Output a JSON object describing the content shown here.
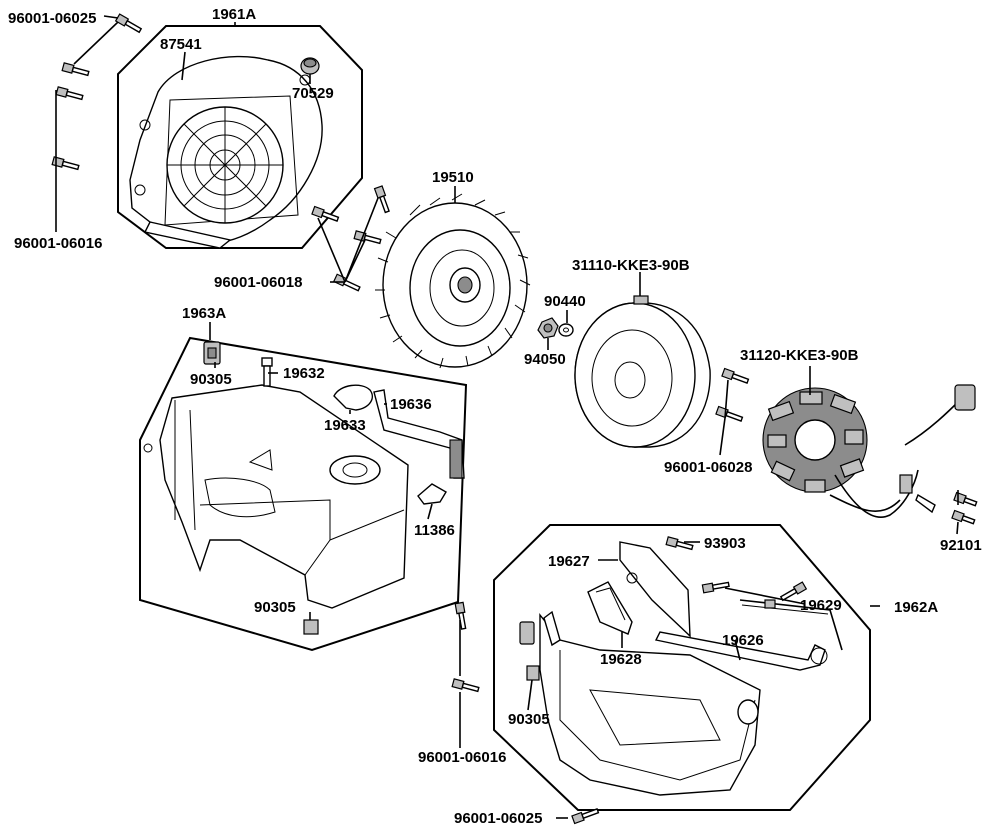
{
  "labels": {
    "l_96001_06025_top": "96001-06025",
    "l_1961A": "1961A",
    "l_87541": "87541",
    "l_70529": "70529",
    "l_96001_06016_left": "96001-06016",
    "l_19510": "19510",
    "l_96001_06018": "96001-06018",
    "l_31110": "31110-KKE3-90B",
    "l_90440": "90440",
    "l_94050": "94050",
    "l_31120": "31120-KKE3-90B",
    "l_96001_06028": "96001-06028",
    "l_92101": "92101",
    "l_1963A": "1963A",
    "l_90305_a": "90305",
    "l_19632": "19632",
    "l_19636": "19636",
    "l_19633": "19633",
    "l_11386": "11386",
    "l_90305_b": "90305",
    "l_93903": "93903",
    "l_19627": "19627",
    "l_19629": "19629",
    "l_1962A": "1962A",
    "l_19626": "19626",
    "l_19628": "19628",
    "l_90305_c": "90305",
    "l_96001_06016_bottom": "96001-06016",
    "l_96001_06025_bottom": "96001-06025"
  }
}
